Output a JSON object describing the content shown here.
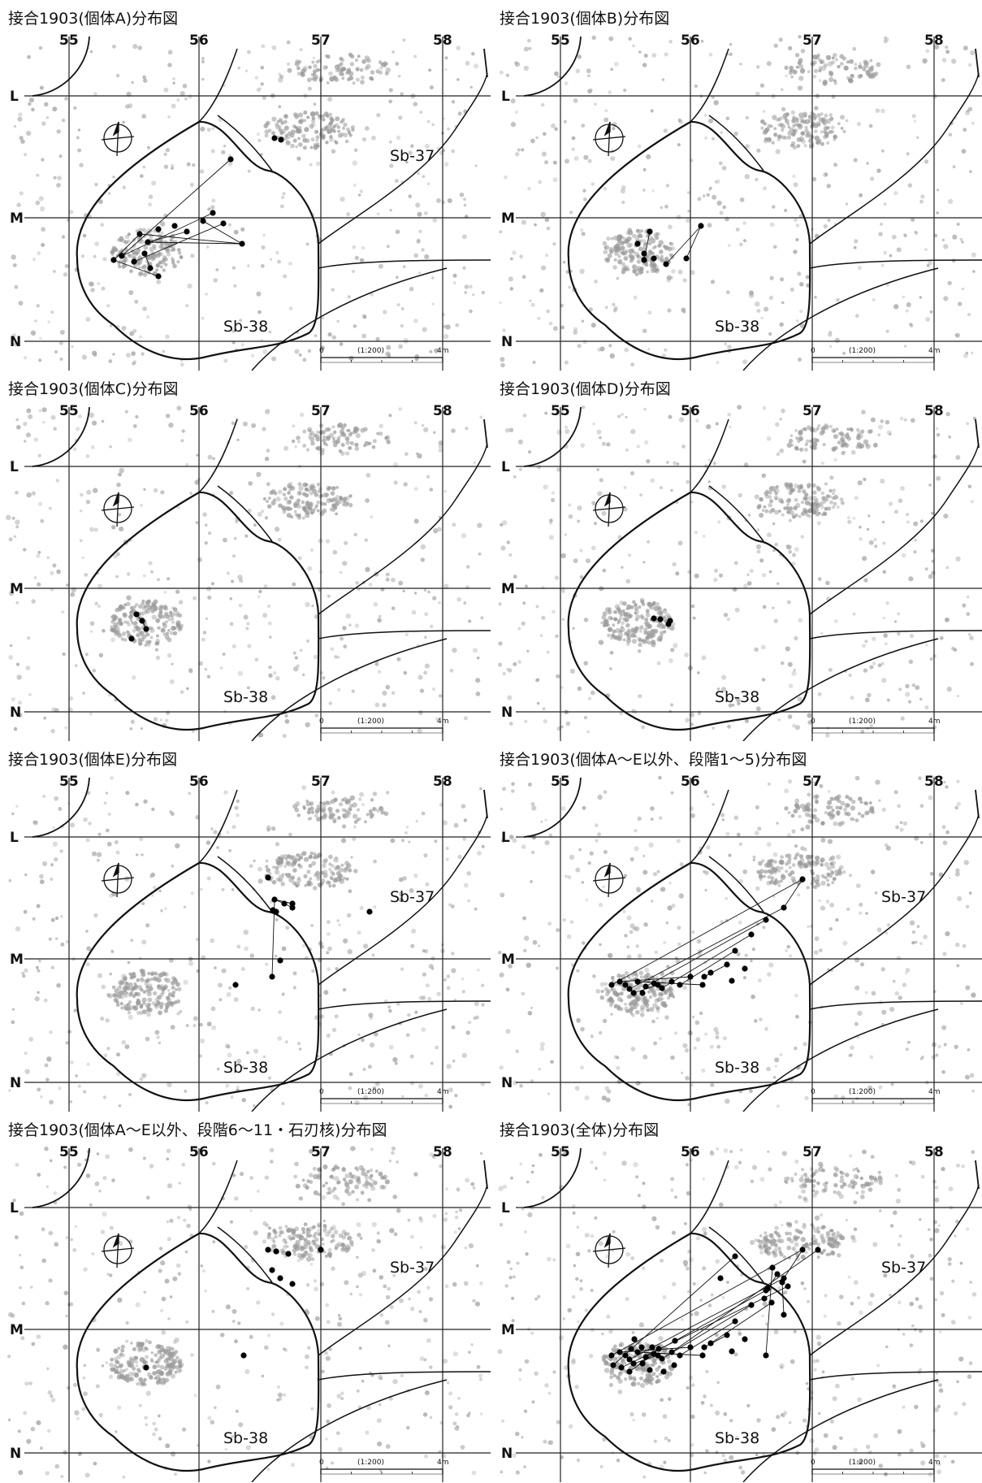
{
  "grid": {
    "columns": [
      "55",
      "56",
      "57",
      "58"
    ],
    "rows": [
      "L",
      "M",
      "N"
    ]
  },
  "scale": {
    "start": "0",
    "ratio": "(1:200)",
    "end": "4m"
  },
  "colors": {
    "artifact_dot": "#aaaaaa",
    "refit_dot": "#000000",
    "line": "#111111"
  },
  "icons": {
    "north": "north-arrow-icon"
  },
  "panels": [
    {
      "title": "接合1903(個体A)分布図",
      "zones": [
        "Sb-37",
        "Sb-38"
      ]
    },
    {
      "title": "接合1903(個体B)分布図",
      "zones": [
        "Sb-38"
      ]
    },
    {
      "title": "接合1903(個体C)分布図",
      "zones": [
        "Sb-38"
      ]
    },
    {
      "title": "接合1903(個体D)分布図",
      "zones": [
        "Sb-38"
      ]
    },
    {
      "title": "接合1903(個体E)分布図",
      "zones": [
        "Sb-37",
        "Sb-38"
      ]
    },
    {
      "title": "接合1903(個体A～E以外、段階1～5)分布図",
      "zones": [
        "Sb-37",
        "Sb-38"
      ]
    },
    {
      "title": "接合1903(個体A～E以外、段階6～11・石刃核)分布図",
      "zones": [
        "Sb-37",
        "Sb-38"
      ]
    },
    {
      "title": "接合1903(全体)分布図",
      "zones": [
        "Sb-37",
        "Sb-38"
      ]
    }
  ]
}
